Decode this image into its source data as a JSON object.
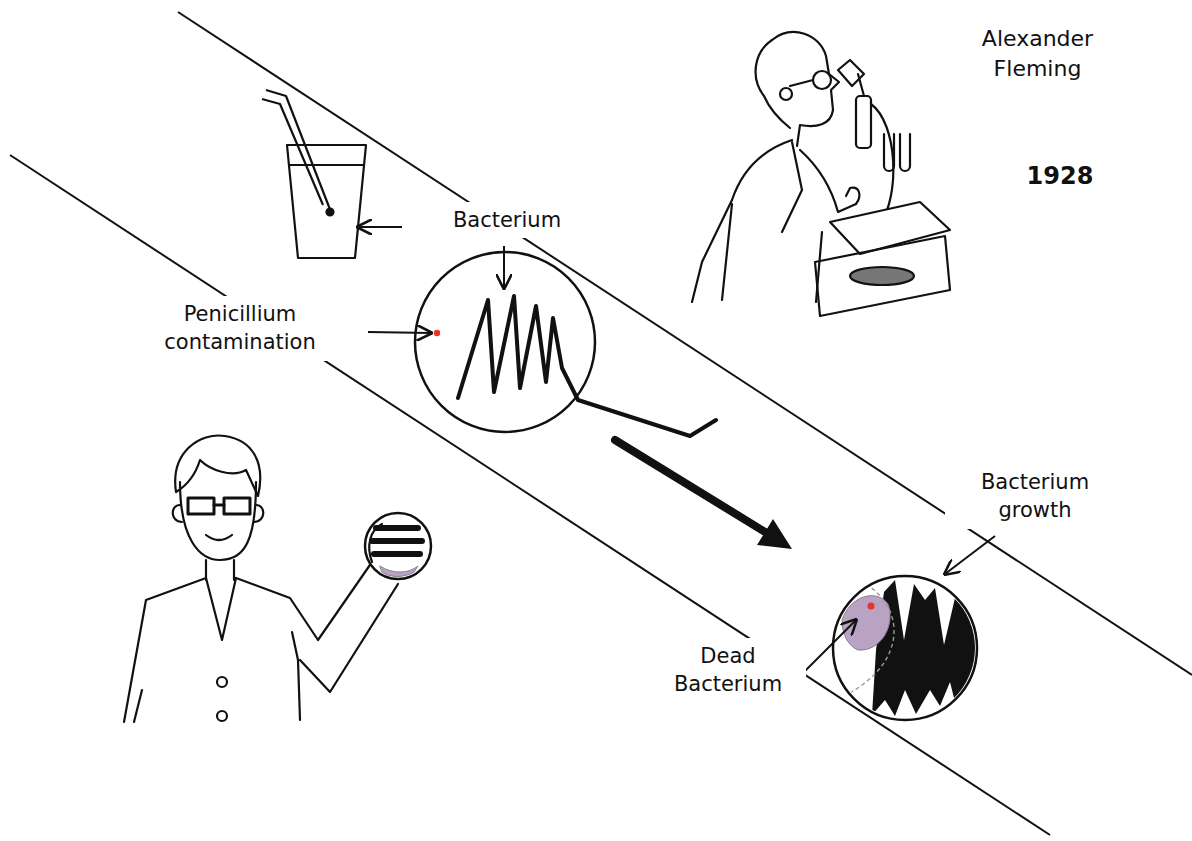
{
  "diagram": {
    "labels": [
      "Alexander Fleming",
      "1928",
      "Bacterium",
      "Penicillium contamination",
      "Bacterium growth",
      "Dead Bacterium"
    ]
  }
}
